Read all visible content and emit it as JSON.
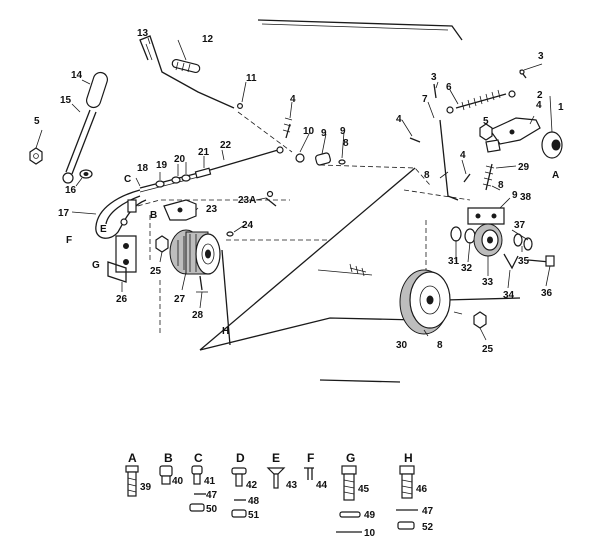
{
  "callouts": {
    "n1": "1",
    "n2": "2",
    "n3a": "3",
    "n3b": "3",
    "n4a": "4",
    "n4b": "4",
    "n4c": "4",
    "n4d": "4",
    "n5a": "5",
    "n5b": "5",
    "n6": "6",
    "n7": "7",
    "n8a": "8",
    "n8b": "8",
    "n8c": "8",
    "n8d": "8",
    "n9a": "9",
    "n9b": "9",
    "n9c": "9",
    "n10": "10",
    "n11": "11",
    "n12": "12",
    "n13": "13",
    "n14": "14",
    "n15": "15",
    "n16": "16",
    "n17": "17",
    "n18": "18",
    "n19": "19",
    "n20": "20",
    "n21": "21",
    "n22": "22",
    "n23": "23",
    "n23a": "23A",
    "n24": "24",
    "n25a": "25",
    "n25b": "25",
    "n26": "26",
    "n27": "27",
    "n28": "28",
    "n29": "29",
    "n30": "30",
    "n31": "31",
    "n32": "32",
    "n33": "33",
    "n34": "34",
    "n35": "35",
    "n36": "36",
    "n37": "37",
    "n38": "38"
  },
  "letters": {
    "a": "A",
    "b": "B",
    "c": "C",
    "e": "E",
    "f": "F",
    "g": "G",
    "h": "H"
  },
  "hardware_key": {
    "heads": [
      "A",
      "B",
      "C",
      "D",
      "E",
      "F",
      "G",
      "H"
    ],
    "numbers": {
      "a": "39",
      "b": "40",
      "c": "41",
      "c2": "47",
      "c3": "50",
      "d": "42",
      "d2": "48",
      "d3": "51",
      "e": "43",
      "f": "44",
      "g": "45",
      "g2": "49",
      "g3": "10",
      "h": "46",
      "h2": "47",
      "h3": "52"
    }
  }
}
